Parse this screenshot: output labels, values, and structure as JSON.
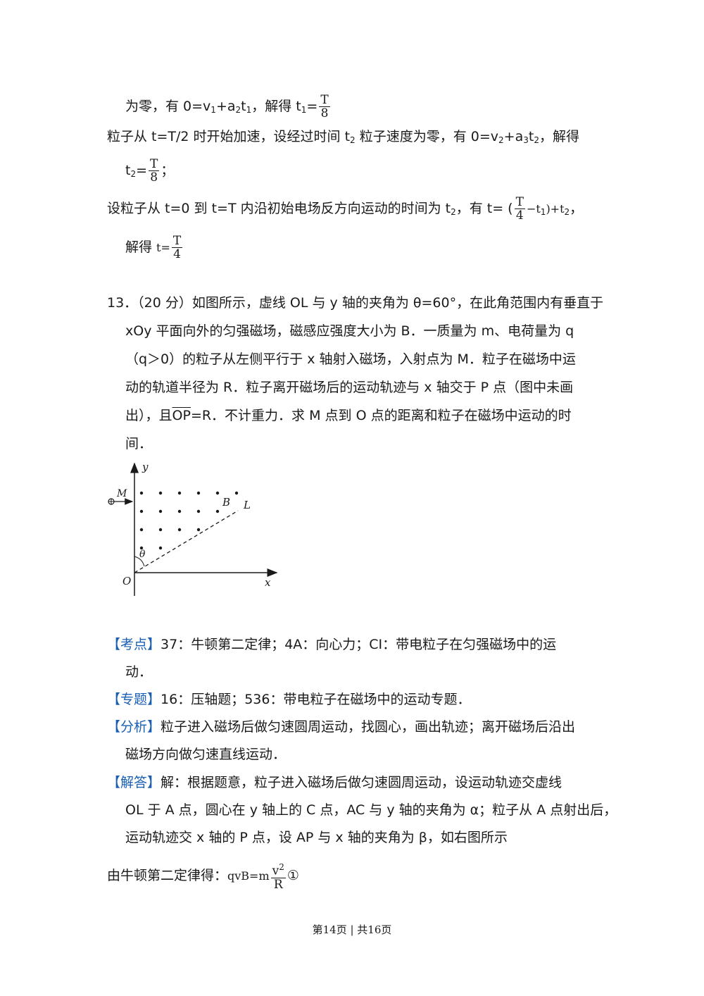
{
  "l1": {
    "a": "为零，有 0=v",
    "b": "1",
    "c": "+a",
    "d": "2",
    "e": "t",
    "f": "1",
    "g": "，解得  t",
    "h": "1",
    "i": "=",
    "fn": "T",
    "fd": "8"
  },
  "l2": {
    "a": "粒子从 t=T/2 时开始加速，设经过时间 t",
    "b": "2",
    "c": " 粒子速度为零，有 0=v",
    "d": "2",
    "e": "+a",
    "f": "3",
    "g": "t",
    "h": "2",
    "i": "，解得"
  },
  "l3": {
    "a": "t",
    "b": "2",
    "c": "=",
    "fn": "T",
    "fd": "8",
    "d": "；"
  },
  "l4": {
    "a": "设粒子从 t=0 到 t=T 内沿初始电场反方向运动的时间为 t",
    "b": "2",
    "c": "，有 t= (",
    "fn": "T",
    "fd": "4",
    "d": "−t",
    "e": "1",
    "f": ")+t",
    "g": "2",
    "h": "，"
  },
  "l5": {
    "a": "解得  ",
    "b": "t=",
    "fn": "T",
    "fd": "4"
  },
  "q13": {
    "l1": "13．（20 分）如图所示，虚线 OL 与 y 轴的夹角为 θ=60°，在此角范围内有垂直于",
    "l2": "xOy 平面向外的匀强磁场，磁感应强度大小为 B．一质量为 m、电荷量为 q",
    "l3": "（q＞0）的粒子从左侧平行于 x 轴射入磁场，入射点为 M．粒子在磁场中运",
    "l4": "动的轨道半径为 R．粒子离开磁场后的运动轨迹与 x 轴交于 P 点（图中未画",
    "l5a": "出），且",
    "l5b": "OP",
    "l5c": "=R．不计重力．求 M 点到 O 点的距离和粒子在磁场中运动的时",
    "l6": "间．"
  },
  "figure": {
    "y": "y",
    "x": "x",
    "o": "O",
    "m": "M",
    "b": "B",
    "l": "L",
    "theta": "θ"
  },
  "kaodian": {
    "tag": "【考点】",
    "text": "37：牛顿第二定律；4A：向心力；CI：带电粒子在匀强磁场中的运",
    "text2": "动．"
  },
  "zhuanti": {
    "tag": "【专题】",
    "text": "16：压轴题；536：带电粒子在磁场中的运动专题．"
  },
  "fenxi": {
    "tag": "【分析】",
    "text": "粒子进入磁场后做匀速圆周运动，找圆心，画出轨迹；离开磁场后沿出",
    "text2": "磁场方向做匀速直线运动．"
  },
  "jieda": {
    "tag": "【解答】",
    "text": "解：根据题意，粒子进入磁场后做匀速圆周运动，设运动轨迹交虚线",
    "text2": "OL 于 A 点，圆心在 y 轴上的 C 点，AC 与 y 轴的夹角为 α；粒子从 A 点射出后，",
    "text3": "运动轨迹交 x 轴的 P 点，设 AP 与 x 轴的夹角为 β，如右图所示"
  },
  "eq": {
    "a": "由牛顿第二定律得：",
    "b": "qvB=m",
    "fn": "v",
    "fsup": "2",
    "fd": "R",
    "c": "①"
  },
  "footer": {
    "text": "第14页  |  共16页"
  }
}
